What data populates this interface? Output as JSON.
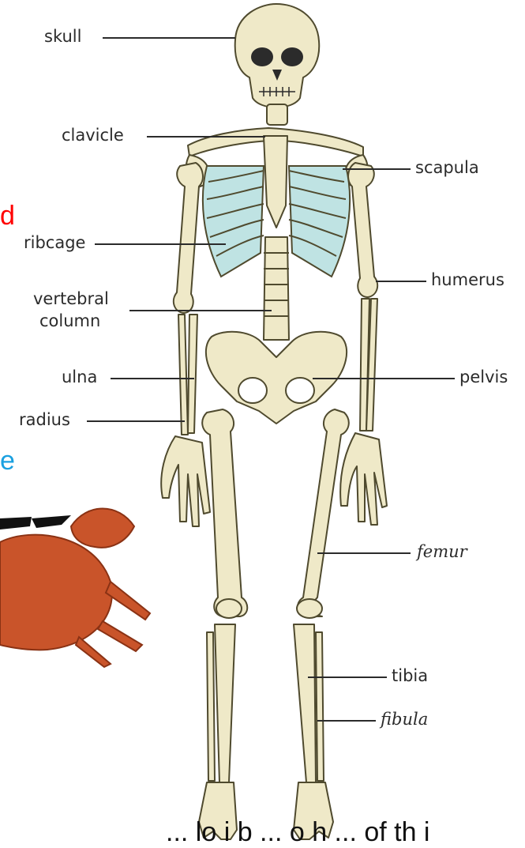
{
  "labels": {
    "skull": "skull",
    "clavicle": "clavicle",
    "scapula": "scapula",
    "ribcage": "ribcage",
    "humerus": "humerus",
    "vertebral_1": "vertebral",
    "vertebral_2": "column",
    "ulna": "ulna",
    "pelvis": "pelvis",
    "radius": "radius",
    "femur": "femur",
    "tibia": "tibia",
    "fibula": "fibula"
  },
  "slide_fragments": {
    "red_letter": "d",
    "blue_letter": "e",
    "bottom_line": "... lo i b ... o h ... of th i"
  },
  "colors": {
    "bone": "#efe9c8",
    "bone_outline": "#4f4a2e",
    "ribs_fill": "#bfe3e3",
    "crab": "#c9542a",
    "red_text": "#ff0000",
    "blue_text": "#1aa0e0"
  }
}
